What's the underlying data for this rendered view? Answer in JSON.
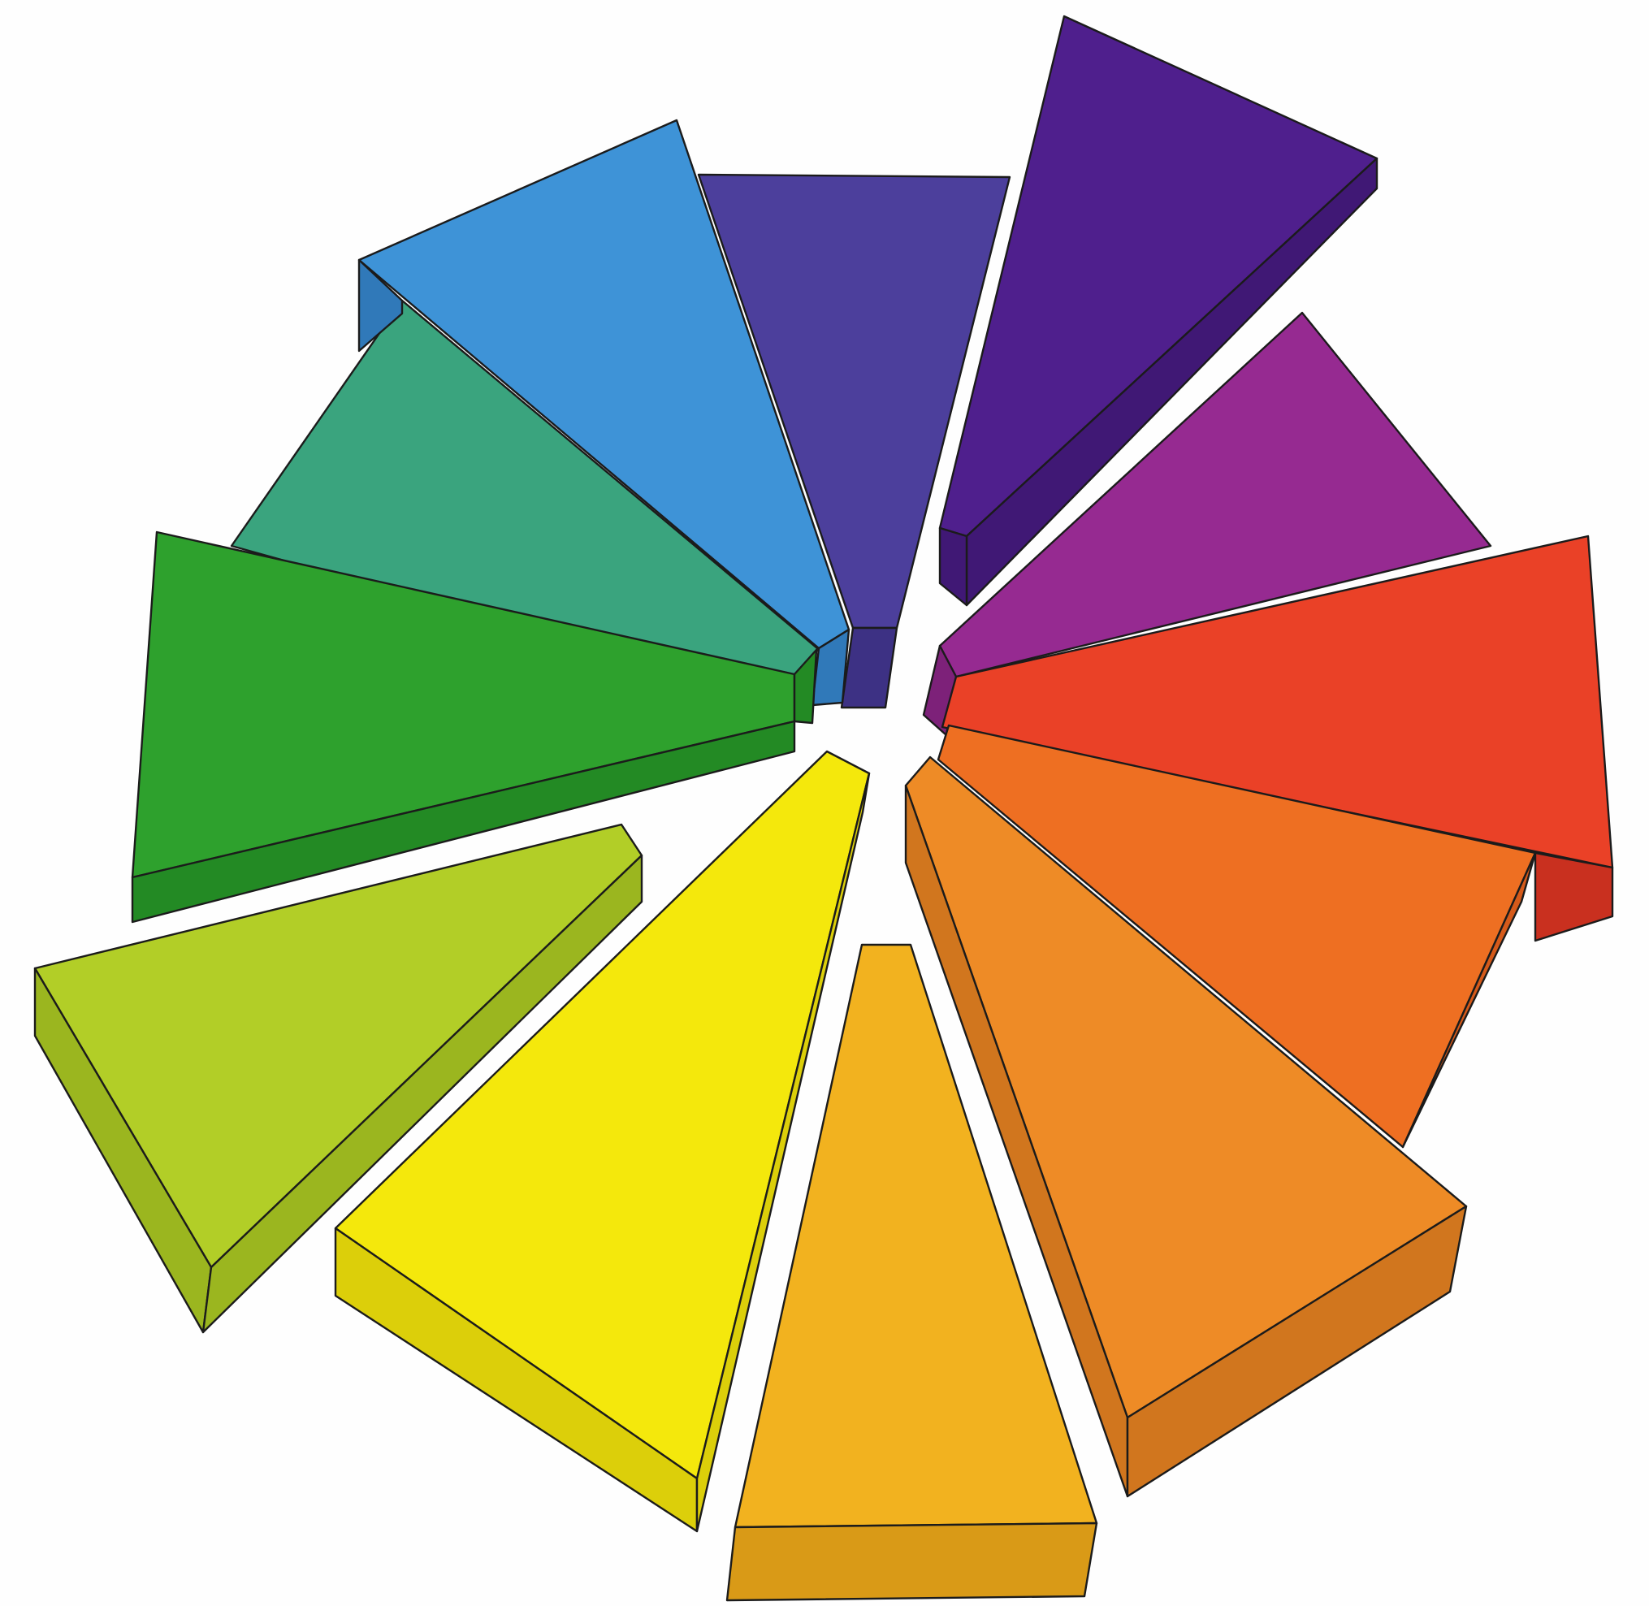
{
  "diagram": {
    "type": "color-wheel",
    "background": "#fefefe",
    "outline_color": "#1b1b1b",
    "segments": [
      {
        "name": "red",
        "top": "#ea4127",
        "side": "#c9301f"
      },
      {
        "name": "red-orange",
        "top": "#ee6f22",
        "side": "#d55a1a"
      },
      {
        "name": "orange",
        "top": "#ee8b26",
        "side": "#d1761e"
      },
      {
        "name": "yellow-orange",
        "top": "#f2b21f",
        "side": "#d99a17"
      },
      {
        "name": "yellow",
        "top": "#f4e80c",
        "side": "#dccf0a"
      },
      {
        "name": "yellow-green",
        "top": "#b2ce27",
        "side": "#9bb61f"
      },
      {
        "name": "green",
        "top": "#2ea12d",
        "side": "#238a24"
      },
      {
        "name": "blue-green",
        "top": "#3aa47e",
        "side": "#2c8d6a"
      },
      {
        "name": "blue",
        "top": "#3e93d7",
        "side": "#3079b9"
      },
      {
        "name": "blue-violet",
        "top": "#4c3f9c",
        "side": "#3d3184"
      },
      {
        "name": "violet",
        "top": "#4f1f8d",
        "side": "#401875"
      },
      {
        "name": "red-violet",
        "top": "#962a91",
        "side": "#7d2179"
      }
    ]
  }
}
